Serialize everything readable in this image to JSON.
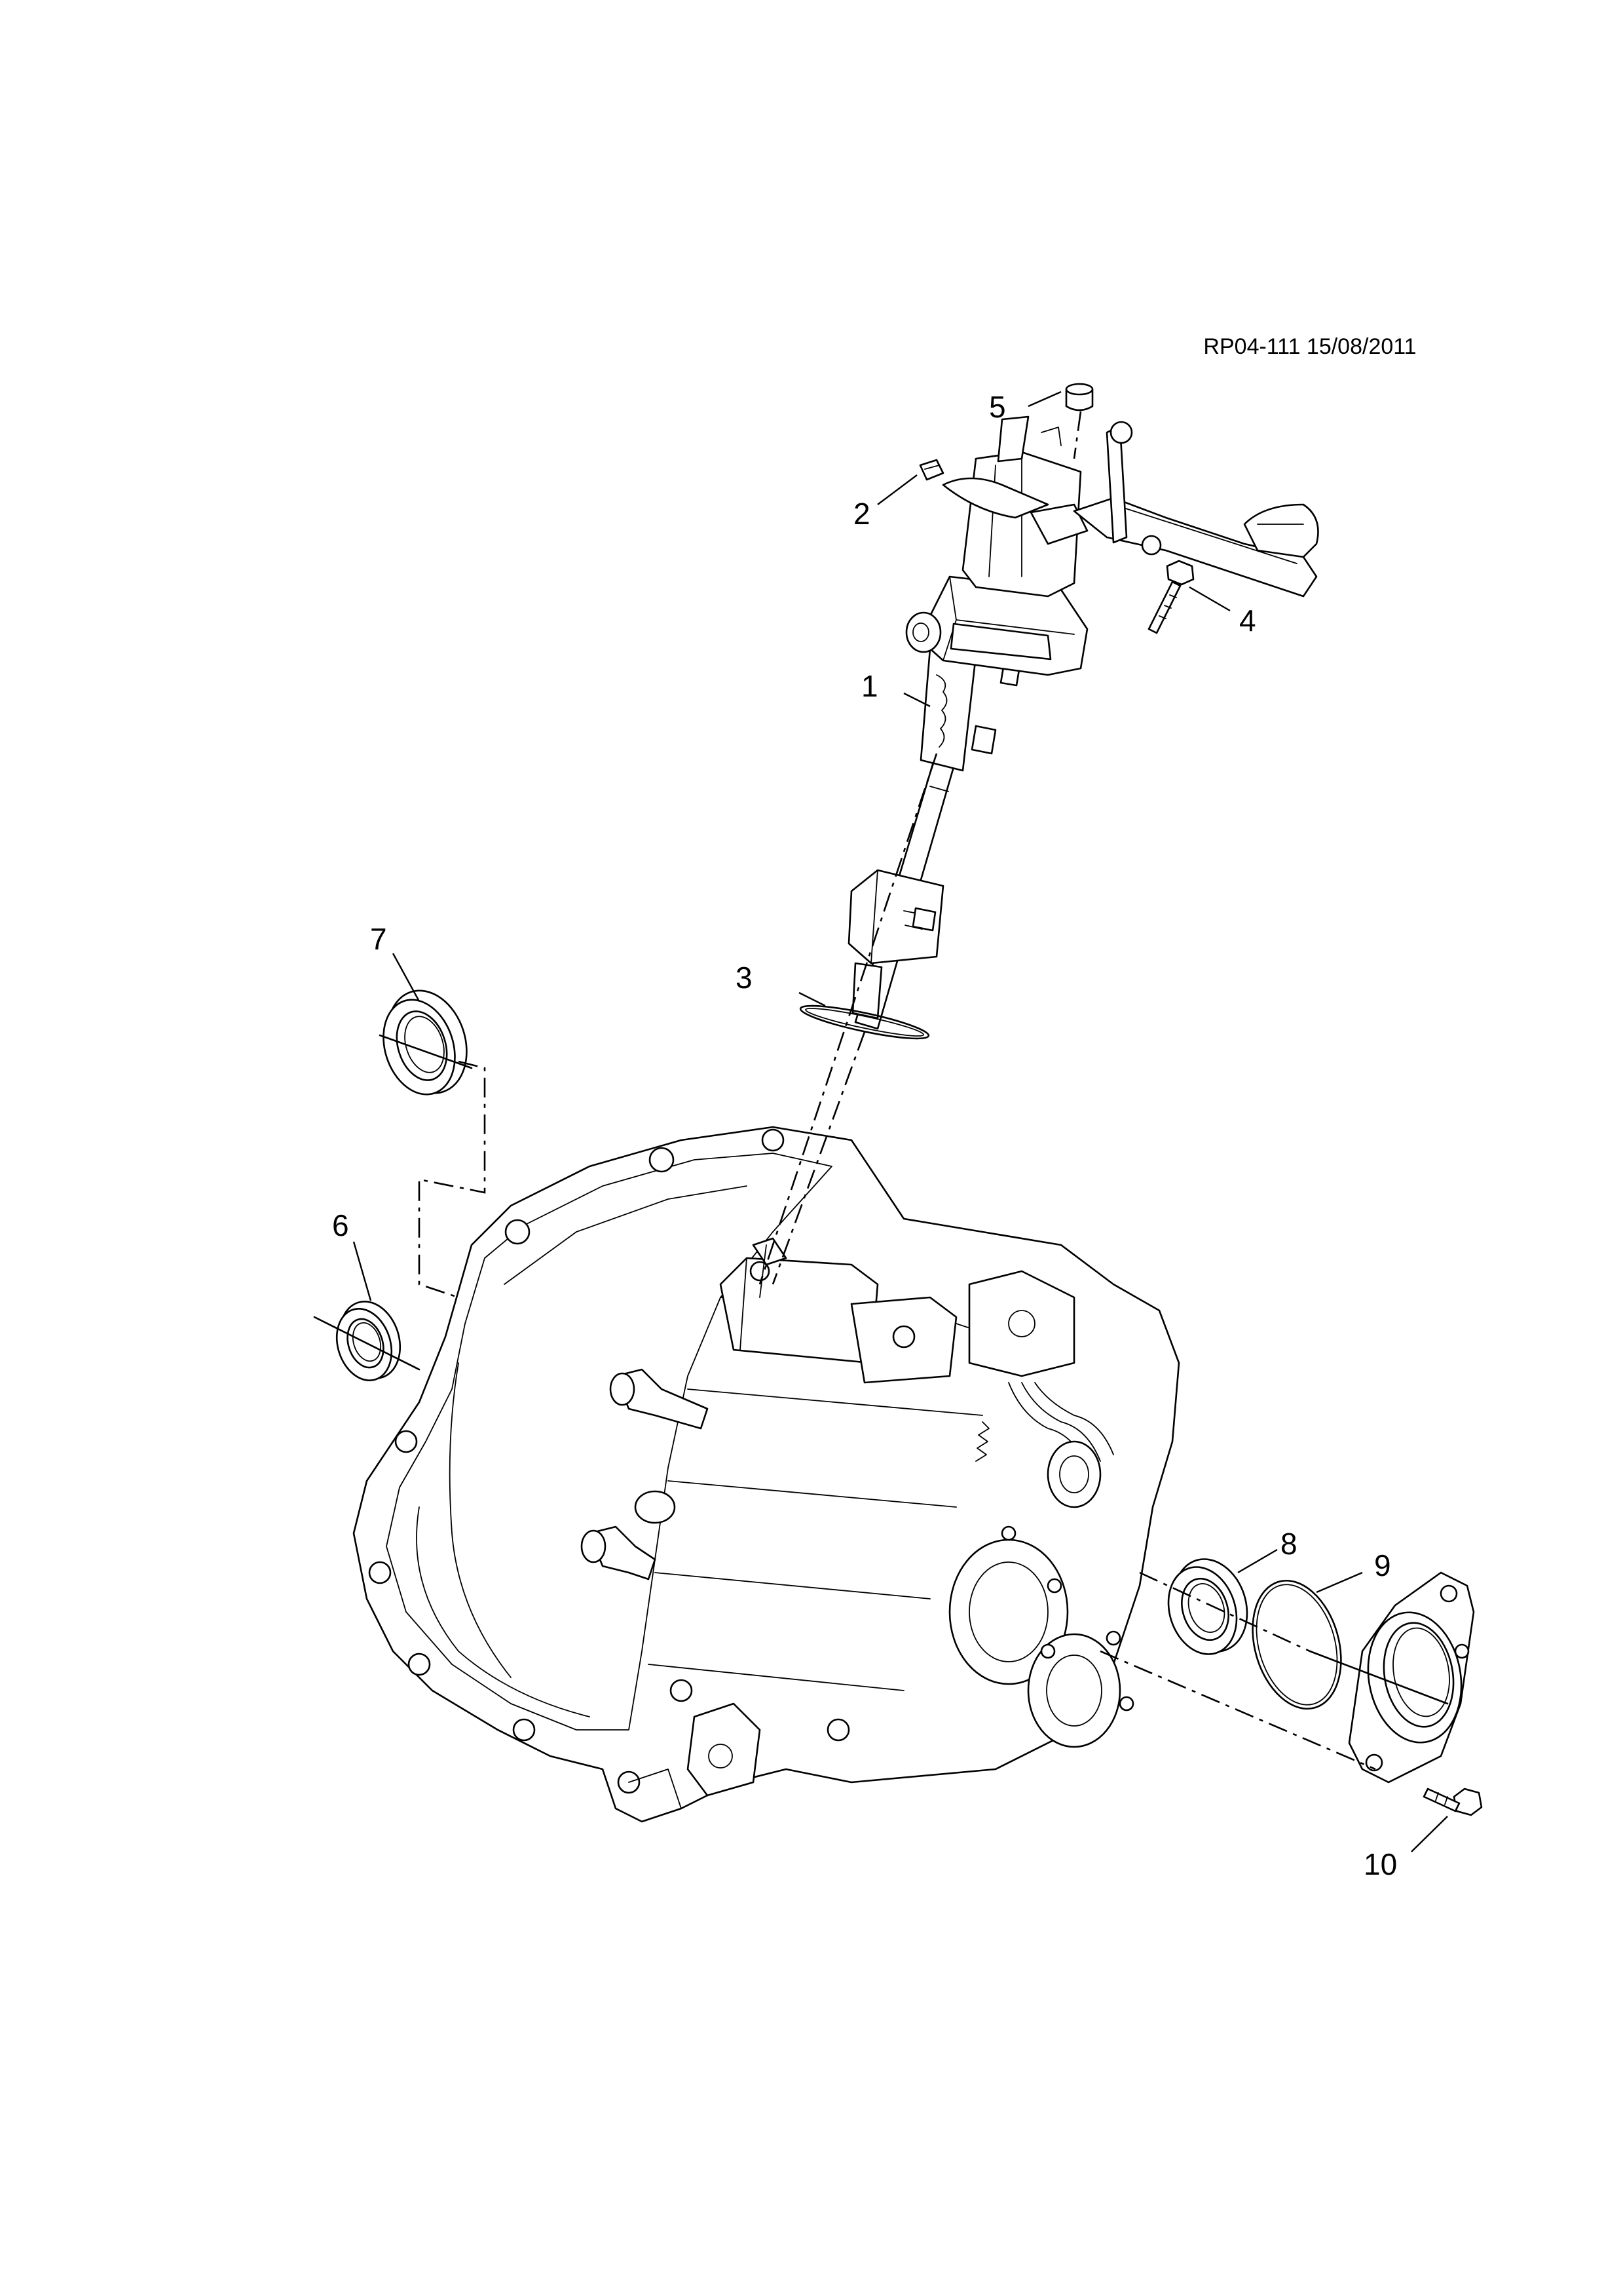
{
  "drawing_code": "RP04-111 15/08/2011",
  "callouts": [
    {
      "id": "callout-1",
      "label": "1"
    },
    {
      "id": "callout-2",
      "label": "2"
    },
    {
      "id": "callout-3",
      "label": "3"
    },
    {
      "id": "callout-4",
      "label": "4"
    },
    {
      "id": "callout-5",
      "label": "5"
    },
    {
      "id": "callout-6",
      "label": "6"
    },
    {
      "id": "callout-7",
      "label": "7"
    },
    {
      "id": "callout-8",
      "label": "8"
    },
    {
      "id": "callout-9",
      "label": "9"
    },
    {
      "id": "callout-10",
      "label": "10"
    }
  ],
  "colors": {
    "ink": "#000000",
    "paper": "#ffffff"
  }
}
